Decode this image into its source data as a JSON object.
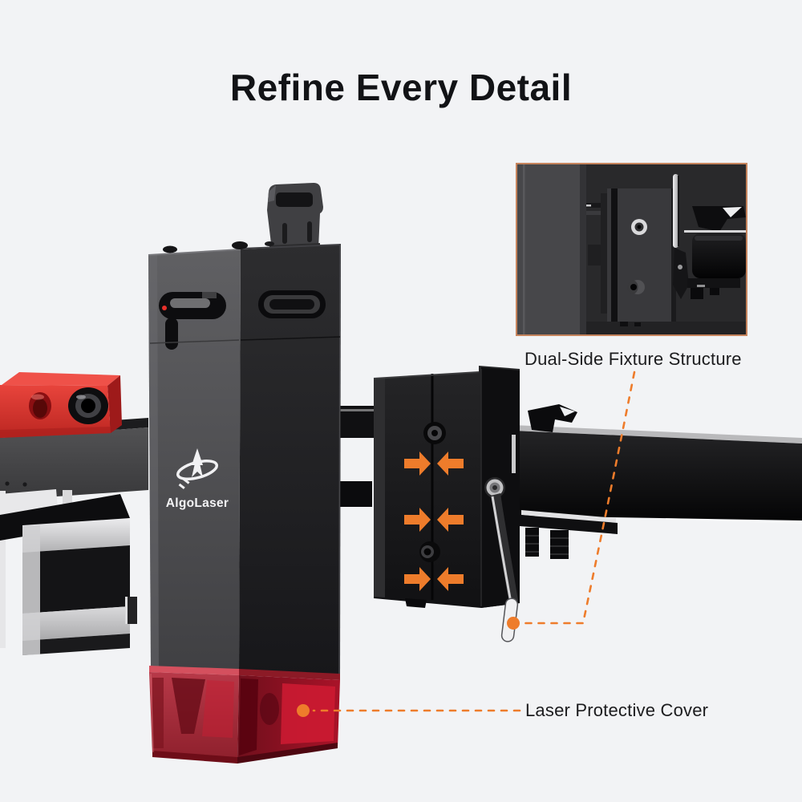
{
  "page": {
    "title": "Refine Every Detail"
  },
  "branding": {
    "logo_text": "AlgoLaser",
    "logo_icon": "rocket-emblem"
  },
  "callouts": {
    "fixture": {
      "label": "Dual-Side Fixture Structure"
    },
    "cover": {
      "label": "Laser Protective Cover"
    }
  },
  "icons": {
    "compression_arrows": "two orange block arrows pressing inward, 3 pairs",
    "rocket_emblem": "▲ rocket through orbit ring",
    "callout_dot": "●"
  },
  "colors": {
    "background": "#f2f3f5",
    "title_text": "#121316",
    "label_text": "#1c1c1e",
    "accent_orange": "#ee7c2b",
    "inset_border": "#c5835c",
    "cover_red": "#ab2230",
    "tensioner_red": "#e23a33",
    "module_gray_left": "#5a5a5d",
    "module_gray_right": "#232325"
  }
}
